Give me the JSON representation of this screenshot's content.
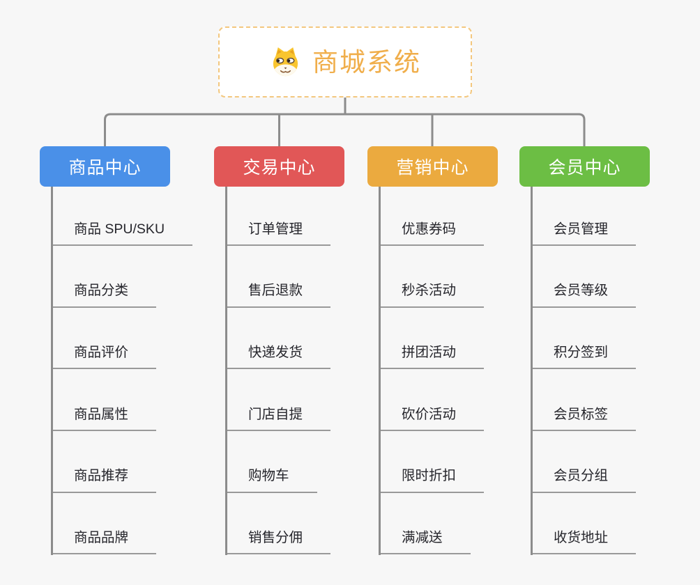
{
  "root": {
    "title": "商城系统",
    "icon": "dog-face-icon"
  },
  "branches": [
    {
      "label": "商品中心",
      "color": "#4a90e8",
      "children": [
        "商品 SPU/SKU",
        "商品分类",
        "商品评价",
        "商品属性",
        "商品推荐",
        "商品品牌"
      ]
    },
    {
      "label": "交易中心",
      "color": "#e15757",
      "children": [
        "订单管理",
        "售后退款",
        "快递发货",
        "门店自提",
        "购物车",
        "销售分佣"
      ]
    },
    {
      "label": "营销中心",
      "color": "#ebaa3f",
      "children": [
        "优惠券码",
        "秒杀活动",
        "拼团活动",
        "砍价活动",
        "限时折扣",
        "满减送"
      ]
    },
    {
      "label": "会员中心",
      "color": "#6cbe44",
      "children": [
        "会员管理",
        "会员等级",
        "积分签到",
        "会员标签",
        "会员分组",
        "收货地址"
      ]
    }
  ],
  "colors": {
    "background": "#f7f7f7",
    "connector": "#8c8c8c",
    "underline": "#999999",
    "root_border": "#f3c77e",
    "root_text": "#f0ae4b",
    "child_text": "#25252b",
    "branch_text": "#ffffff"
  }
}
